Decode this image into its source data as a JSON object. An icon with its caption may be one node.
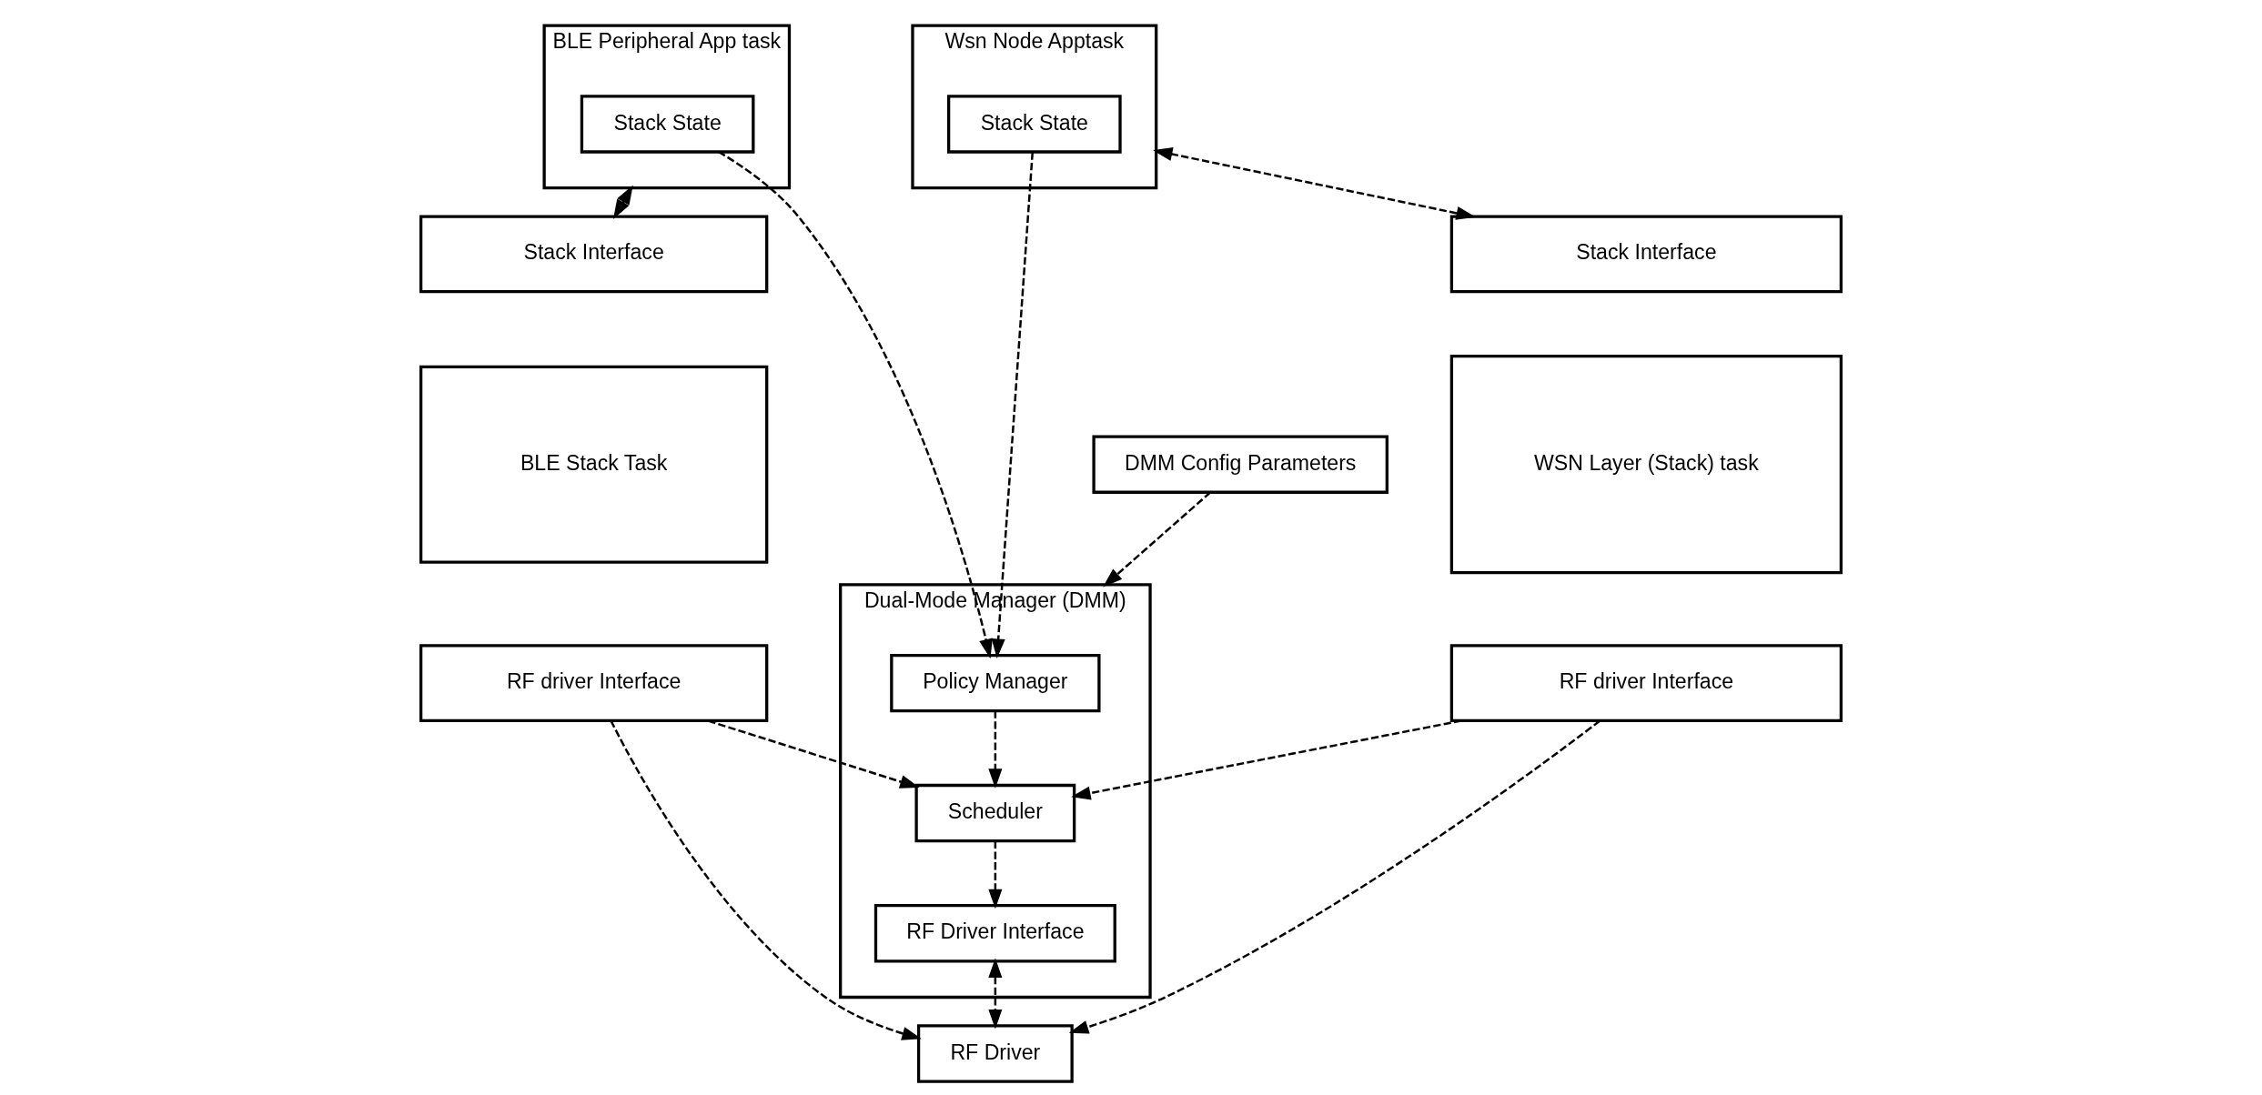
{
  "diagram": {
    "nodes": [
      {
        "text": [
          "BLE Peripheral App task"
        ]
      },
      {
        "text": [
          "Stack State"
        ],
        "in": 0
      },
      {
        "text": [
          "DMM Config Parameters"
        ]
      },
      {
        "text": [
          "Wsn Node Apptask"
        ]
      },
      {
        "text": [
          "Stack State"
        ],
        "in": 3
      },
      {
        "text": [
          "Stack Interface"
        ]
      },
      {
        "text": [
          "BLE Stack Task"
        ]
      },
      {
        "text": [
          "RF driver Interface"
        ]
      },
      {
        "text": [
          "Dual-Mode Manager (DMM)"
        ]
      },
      {
        "text": [
          "Policy Manager"
        ],
        "in": 8
      },
      {
        "text": [
          "Scheduler"
        ],
        "in": 8
      },
      {
        "text": [
          "RF Driver Interface"
        ],
        "in": 8
      },
      {
        "text": [
          "Stack Interface"
        ]
      },
      {
        "text": [
          "WSN Layer (Stack) task"
        ]
      },
      {
        "text": [
          "RF driver Interface"
        ]
      },
      {
        "text": [
          "RF Driver"
        ]
      }
    ],
    "edges": [
      {
        "from": 0,
        "to": 5,
        "arrow": "both",
        "style": "dashed"
      },
      {
        "from": 1,
        "to": 9,
        "arrow": "to",
        "style": "dashed"
      },
      {
        "from": 2,
        "to": 8,
        "arrow": "to",
        "style": "dashed"
      },
      {
        "from": 4,
        "to": 9,
        "arrow": "to",
        "style": "dashed"
      },
      {
        "from": 3,
        "to": 12,
        "arrow": "both",
        "style": "dashed"
      },
      {
        "from": 9,
        "to": 10,
        "arrow": "to",
        "style": "dashed"
      },
      {
        "from": 7,
        "to": 10,
        "arrow": "to",
        "style": "dashed"
      },
      {
        "from": 14,
        "to": 10,
        "arrow": "to",
        "style": "dashed"
      },
      {
        "from": 10,
        "to": 11,
        "arrow": "to",
        "style": "dashed"
      },
      {
        "from": 7,
        "to": 15,
        "arrow": "to",
        "style": "dashed"
      },
      {
        "from": 11,
        "to": 15,
        "arrow": "both",
        "style": "dashed"
      },
      {
        "from": 14,
        "to": 15,
        "arrow": "to",
        "style": "dashed"
      }
    ]
  }
}
